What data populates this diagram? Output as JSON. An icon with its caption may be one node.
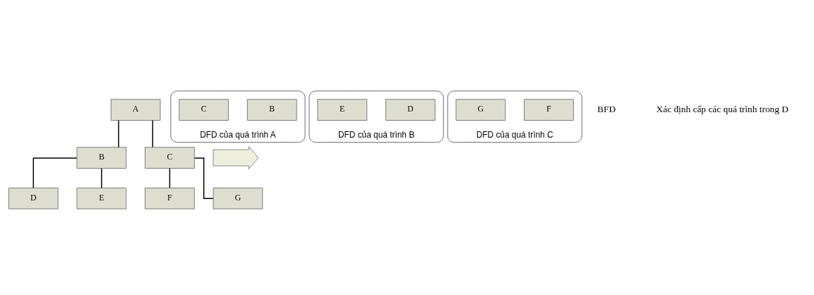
{
  "diagram": {
    "nodes": [
      {
        "text": [
          "A"
        ]
      },
      {
        "text": [
          "B"
        ]
      },
      {
        "text": [
          "C"
        ]
      },
      {
        "text": [
          "D"
        ]
      },
      {
        "text": [
          "E"
        ]
      },
      {
        "text": [
          "F"
        ]
      },
      {
        "text": [
          "G"
        ]
      },
      {
        "text": [],
        "shape": "arrow"
      },
      {
        "text": [
          "DFD của quá trình A"
        ]
      },
      {
        "text": [
          "B"
        ],
        "in": 8
      },
      {
        "text": [
          "C"
        ],
        "in": 8
      },
      {
        "text": [
          "DFD của quá trình B"
        ]
      },
      {
        "text": [
          "D"
        ],
        "in": 11
      },
      {
        "text": [
          "E"
        ],
        "in": 11
      },
      {
        "text": [
          "DFD của quá trình C"
        ]
      },
      {
        "text": [
          "F"
        ],
        "in": 14
      },
      {
        "text": [
          "G"
        ],
        "in": 14
      }
    ],
    "edges": [
      {
        "from": 0,
        "to": 1,
        "arrow": "none"
      },
      {
        "from": 0,
        "to": 2,
        "arrow": "none"
      },
      {
        "from": 1,
        "to": 3,
        "arrow": "none"
      },
      {
        "from": 1,
        "to": 4,
        "arrow": "none"
      },
      {
        "from": 2,
        "to": 5,
        "arrow": "none"
      },
      {
        "from": 2,
        "to": 6,
        "arrow": "none"
      }
    ],
    "labels": [
      "BFD",
      "Xác định cấp các quá trình trong D"
    ]
  }
}
